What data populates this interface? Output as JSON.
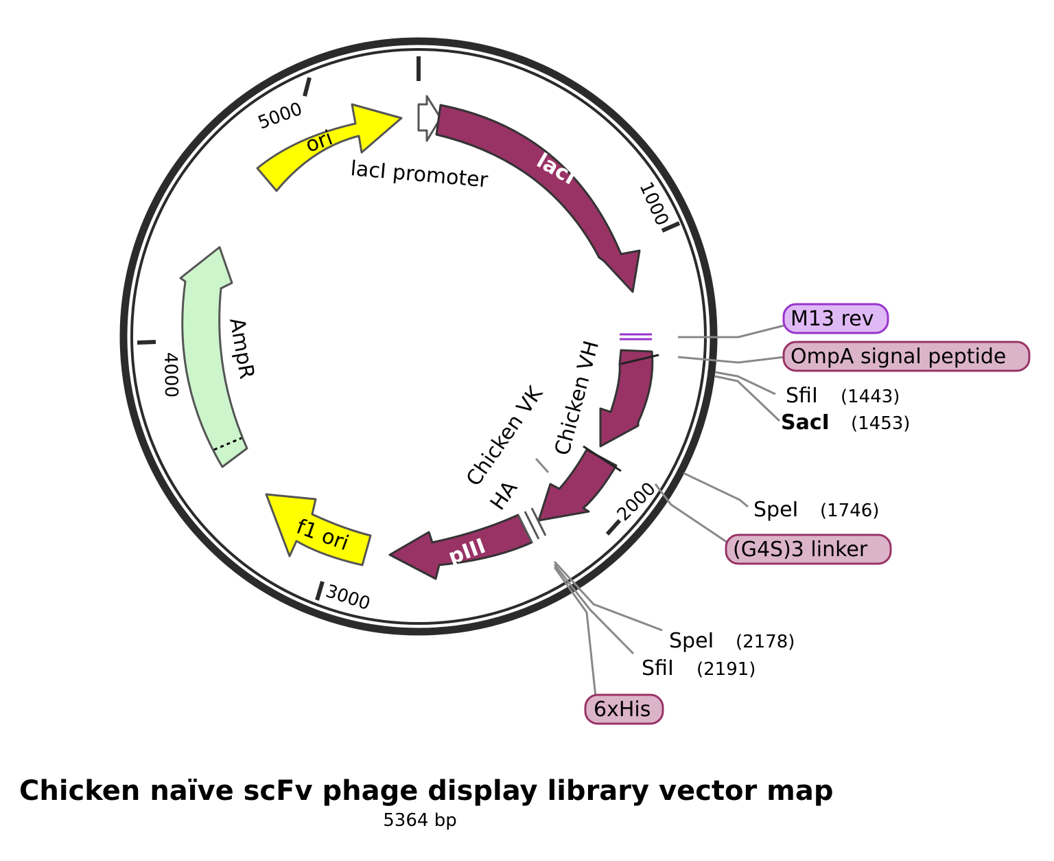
{
  "title": "Chicken naïve scFv phage display library vector map",
  "subtitle": "5364 bp",
  "tick_labels": {
    "t5000": "5000",
    "t1000": "1000",
    "t4000": "4000",
    "t2000": "2000",
    "t3000": "3000"
  },
  "features": {
    "ori": "ori",
    "lacI_promoter": "lacI promoter",
    "lacI": "lacI",
    "AmpR": "AmpR",
    "f1_ori": "f1 ori",
    "pIII": "pIII",
    "chicken_vh": "Chicken VH",
    "chicken_vk": "Chicken VK",
    "ha": "HA"
  },
  "annotations": {
    "m13_rev": "M13 rev",
    "ompa": "OmpA signal peptide",
    "sfi1_name": "SfiI",
    "sfi1_pos": "(1443)",
    "saci_name": "SacI",
    "saci_pos": "(1453)",
    "spe1_name": "SpeI",
    "spe1_pos": "(1746)",
    "g4s": "(G4S)3 linker",
    "spe2_name": "SpeI",
    "spe2_pos": "(2178)",
    "sfi2_name": "SfiI",
    "sfi2_pos": "(2191)",
    "his": "6xHis"
  },
  "colors": {
    "backbone": "#2b2b2b",
    "ori": "#ffff00",
    "ampr": "#ccf5cc",
    "cds": "#993366",
    "primer": "#dfb9f5",
    "primer_border": "#9933cc",
    "tag": "#dcb4c9",
    "tag_border": "#993366"
  }
}
